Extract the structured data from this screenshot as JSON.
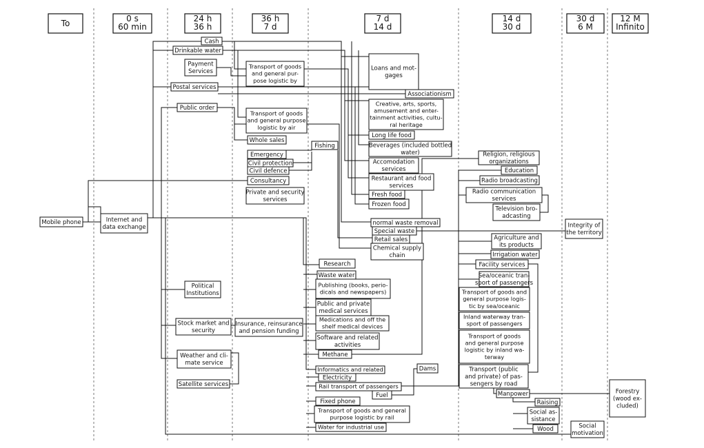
{
  "headers": [
    {
      "lines": [
        "To"
      ]
    },
    {
      "lines": [
        "0 s",
        "60 min"
      ]
    },
    {
      "lines": [
        "24 h",
        "36 h"
      ]
    },
    {
      "lines": [
        "36 h",
        "7 d"
      ]
    },
    {
      "lines": [
        "7 d",
        "14 d"
      ]
    },
    {
      "lines": [
        "14 d",
        "30 d"
      ]
    },
    {
      "lines": [
        "30 d",
        "6 M"
      ]
    },
    {
      "lines": [
        "12 M",
        "Infinito"
      ]
    }
  ],
  "nodes": [
    {
      "id": "mobile",
      "lines": [
        "Mobile phone"
      ]
    },
    {
      "id": "internet",
      "lines": [
        "Internet and",
        "data exchange"
      ]
    },
    {
      "id": "cash",
      "lines": [
        "Cash"
      ]
    },
    {
      "id": "drinkable",
      "lines": [
        "Drinkable water"
      ]
    },
    {
      "id": "payment",
      "lines": [
        "Payment",
        "Services"
      ]
    },
    {
      "id": "postal",
      "lines": [
        "Postal services"
      ]
    },
    {
      "id": "public_order",
      "lines": [
        "Public order"
      ]
    },
    {
      "id": "political",
      "lines": [
        "Political",
        "Institutions"
      ]
    },
    {
      "id": "stock",
      "lines": [
        "Stock market and",
        "security"
      ]
    },
    {
      "id": "weather",
      "lines": [
        "Weather and cli-",
        "mate service"
      ]
    },
    {
      "id": "satellite",
      "lines": [
        "Satellite services"
      ]
    },
    {
      "id": "transport_general",
      "lines": [
        "Transport of goods",
        "and general pur-",
        "pose logistic by"
      ]
    },
    {
      "id": "transport_air",
      "lines": [
        "Transport of goods",
        "and general purpose",
        "logistic by air"
      ]
    },
    {
      "id": "whole_sales",
      "lines": [
        "Whole sales"
      ]
    },
    {
      "id": "emergency",
      "lines": [
        "Emergency"
      ]
    },
    {
      "id": "civil_protection",
      "lines": [
        "Civil protection"
      ]
    },
    {
      "id": "civil_defence",
      "lines": [
        "Civil defence"
      ]
    },
    {
      "id": "consultancy",
      "lines": [
        "Consultancy"
      ]
    },
    {
      "id": "private_security",
      "lines": [
        "Private and security",
        "services"
      ]
    },
    {
      "id": "insurance",
      "lines": [
        "Insurance, reinsurance",
        "and pension funding"
      ]
    },
    {
      "id": "fishing",
      "lines": [
        "Fishing"
      ]
    },
    {
      "id": "loans",
      "lines": [
        "Loans and mot-",
        "gages"
      ]
    },
    {
      "id": "associationism",
      "lines": [
        "Associationism"
      ]
    },
    {
      "id": "creative",
      "lines": [
        "Creative, arts, sports,",
        "amusement and enter-",
        "tainment activities, cultu-",
        "ral heritage"
      ]
    },
    {
      "id": "long_life_food",
      "lines": [
        "Long life food"
      ]
    },
    {
      "id": "beverages",
      "lines": [
        "Beverages (included bottled",
        "water)"
      ]
    },
    {
      "id": "accomodation",
      "lines": [
        "Accomodation",
        "services"
      ]
    },
    {
      "id": "restaurant",
      "lines": [
        "Restaurant and food",
        "services"
      ]
    },
    {
      "id": "fresh_food",
      "lines": [
        "Fresh food"
      ]
    },
    {
      "id": "frozen_food",
      "lines": [
        "Frozen food"
      ]
    },
    {
      "id": "normal_waste",
      "lines": [
        "normal waste removal"
      ]
    },
    {
      "id": "special_waste",
      "lines": [
        "Special waste"
      ]
    },
    {
      "id": "retail",
      "lines": [
        "Retail sales"
      ]
    },
    {
      "id": "chemical",
      "lines": [
        "Chemical supply",
        "chain"
      ]
    },
    {
      "id": "research",
      "lines": [
        "Research"
      ]
    },
    {
      "id": "waste_water",
      "lines": [
        "Waste water"
      ]
    },
    {
      "id": "publishing",
      "lines": [
        "Publishing (books, perio-",
        "dicals and newspapers)"
      ]
    },
    {
      "id": "medical",
      "lines": [
        "Public and private",
        "medical services"
      ]
    },
    {
      "id": "medications",
      "lines": [
        "Medications and off the",
        "shelf medical devices"
      ]
    },
    {
      "id": "software",
      "lines": [
        "Software and related",
        "activities"
      ]
    },
    {
      "id": "methane",
      "lines": [
        "Methane"
      ]
    },
    {
      "id": "informatics",
      "lines": [
        "Informatics and related"
      ]
    },
    {
      "id": "electricity",
      "lines": [
        "Electricity"
      ]
    },
    {
      "id": "dams",
      "lines": [
        "Dams"
      ]
    },
    {
      "id": "rail_passengers",
      "lines": [
        "Rail transport of passengers"
      ]
    },
    {
      "id": "fuel",
      "lines": [
        "Fuel"
      ]
    },
    {
      "id": "fixed_phone",
      "lines": [
        "Fixed phone"
      ]
    },
    {
      "id": "rail_goods",
      "lines": [
        "Transport of goods and general",
        "purpose logistic by rail"
      ]
    },
    {
      "id": "water_industrial",
      "lines": [
        "Water for industrial use"
      ]
    },
    {
      "id": "religion",
      "lines": [
        "Religion, religious",
        "organizations"
      ]
    },
    {
      "id": "education",
      "lines": [
        "Education"
      ]
    },
    {
      "id": "radio_broadcasting",
      "lines": [
        "Radio broadcasting"
      ]
    },
    {
      "id": "radio_comm",
      "lines": [
        "Radio communication",
        "services"
      ]
    },
    {
      "id": "television",
      "lines": [
        "Television bro-",
        "adcasting"
      ]
    },
    {
      "id": "agriculture",
      "lines": [
        "Agriculture and",
        "its products"
      ]
    },
    {
      "id": "irrigation",
      "lines": [
        "Irrigation water"
      ]
    },
    {
      "id": "facility",
      "lines": [
        "Facility services"
      ]
    },
    {
      "id": "sea_passengers",
      "lines": [
        "Sea/oceanic tran-",
        "sport of passengers"
      ]
    },
    {
      "id": "sea_goods",
      "lines": [
        "Transport of goods and",
        "general purpose logis-",
        "tic by sea/oceanic"
      ]
    },
    {
      "id": "inland_passengers",
      "lines": [
        "Inland waterway tran-",
        "sport of passengers"
      ]
    },
    {
      "id": "inland_goods",
      "lines": [
        "Transport of goods",
        "and general purpose",
        "logistic by inland wa-",
        "terway"
      ]
    },
    {
      "id": "road_passengers",
      "lines": [
        "Transport (public",
        "and private) of pas-",
        "sengers by road"
      ]
    },
    {
      "id": "manpower",
      "lines": [
        "Manpower"
      ]
    },
    {
      "id": "raising",
      "lines": [
        "Raising"
      ]
    },
    {
      "id": "social_assistance",
      "lines": [
        "Social as-",
        "sistance"
      ]
    },
    {
      "id": "wood",
      "lines": [
        "Wood"
      ]
    },
    {
      "id": "integrity",
      "lines": [
        "Integrity of",
        "the territory"
      ]
    },
    {
      "id": "social_motivation",
      "lines": [
        "Social",
        "motivation"
      ]
    },
    {
      "id": "forestry",
      "lines": [
        "Forestry",
        "(wood ex-",
        "cluded)"
      ]
    }
  ]
}
